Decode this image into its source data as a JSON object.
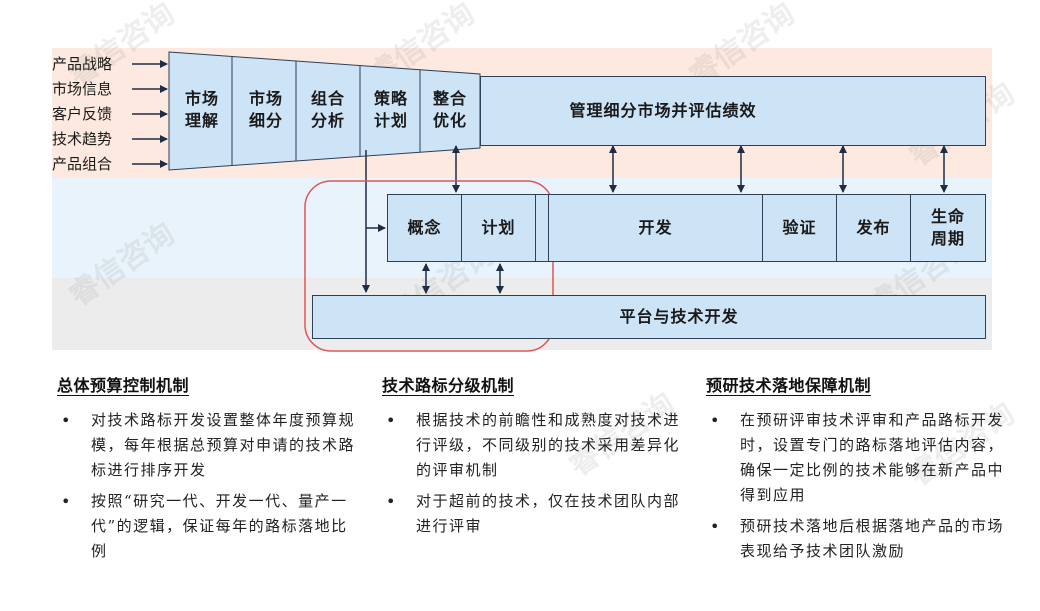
{
  "inputs": [
    "产品战略",
    "市场信息",
    "客户反馈",
    "技术趋势",
    "产品组合"
  ],
  "funnel_steps": [
    "市场\n理解",
    "市场\n细分",
    "组合\n分析",
    "策略\n计划",
    "整合\n优化"
  ],
  "manage_box": "管理细分市场并评估绩效",
  "dev_stages": [
    "概念",
    "计划",
    "开发",
    "验证",
    "发布",
    "生命\n周期"
  ],
  "platform_box": "平台与技术开发",
  "watermark": "睿信咨询",
  "mechanisms": [
    {
      "title": "总体预算控制机制",
      "bullets": [
        "对技术路标开发设置整体年度预算规模，每年根据总预算对申请的技术路标进行排序开发",
        "按照“研究一代、开发一代、量产一代”的逻辑，保证每年的路标落地比例"
      ]
    },
    {
      "title": "技术路标分级机制",
      "bullets": [
        "根据技术的前瞻性和成熟度对技术进行评级，不同级别的技术采用差异化的评审机制",
        "对于超前的技术，仅在技术团队内部进行评审"
      ]
    },
    {
      "title": "预研技术落地保障机制",
      "bullets": [
        "在预研评审技术评审和产品路标开发时，设置专门的路标落地评估内容，确保一定比例的技术能够在新产品中得到应用",
        "预研技术落地后根据落地产品的市场表现给予技术团队激励"
      ]
    }
  ],
  "colors": {
    "box_fill": "#cde3f6",
    "band_top": "#fde9df",
    "band_mid": "#e8f3fb",
    "band_bottom": "#ececec",
    "highlight": "#e05555",
    "line": "#1f2d44"
  }
}
